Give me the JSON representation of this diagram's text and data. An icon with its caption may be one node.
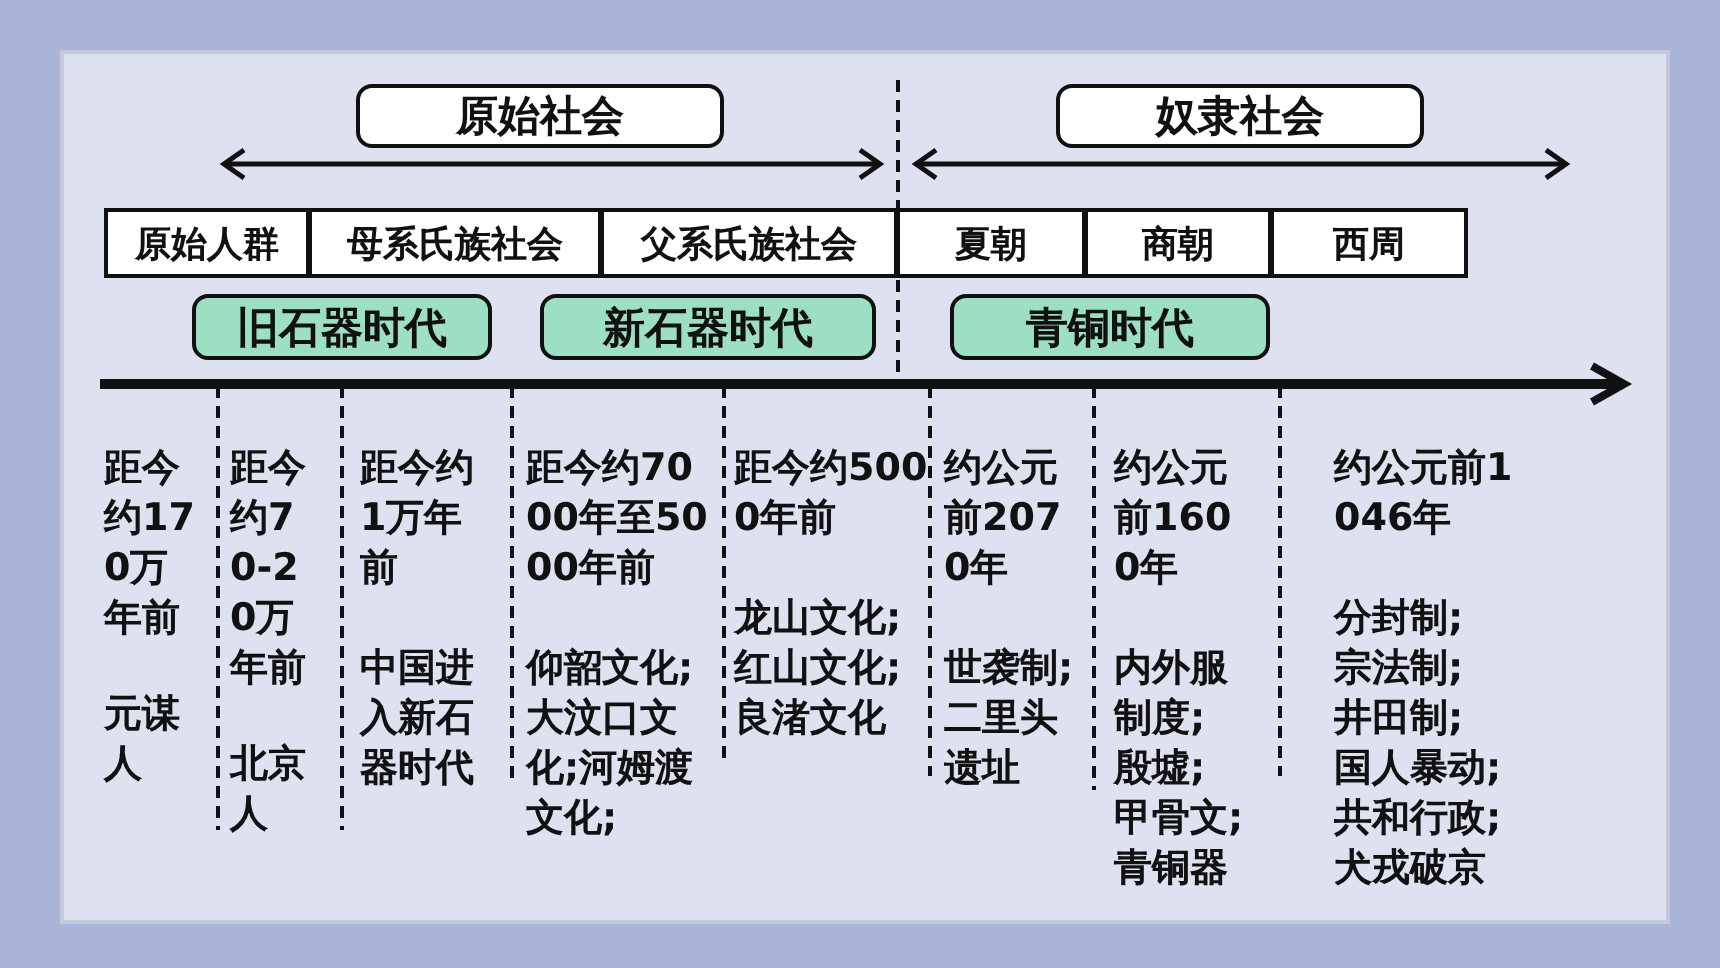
{
  "diagram": {
    "nodes": [
      {
        "text": [
          "原始社会"
        ]
      },
      {
        "text": [
          "奴隶社会"
        ]
      },
      {
        "text": [
          "原始人群"
        ]
      },
      {
        "text": [
          "母系氏族社会"
        ]
      },
      {
        "text": [
          "父系氏族社会"
        ]
      },
      {
        "text": [
          "夏朝"
        ]
      },
      {
        "text": [
          "商朝"
        ]
      },
      {
        "text": [
          "西周"
        ]
      },
      {
        "text": [
          "旧石器时代"
        ]
      },
      {
        "text": [
          "新石器时代"
        ]
      },
      {
        "text": [
          "青铜时代"
        ]
      }
    ],
    "labels": [
      "距今约170万年前",
      "元谋人",
      "距今约70-20万年前",
      "北京人",
      "距今约1万年前",
      "中国进入新石器时代",
      "距今约7000年至5000年前",
      "仰韶文化;大汶口文化;河姆渡文化;",
      "距今约5000年前",
      "龙山文化;",
      "红山文化;",
      "良渚文化",
      "约公元前2070年",
      "世袭制;",
      "二里头遗址",
      "约公元前1600年",
      "内外服制度;",
      "殷墟;",
      "甲骨文;",
      "青铜器",
      "约公元前1046年",
      "分封制;",
      "宗法制;",
      "井田制;",
      "国人暴动;",
      "共和行政;",
      "犬戎破京"
    ]
  }
}
